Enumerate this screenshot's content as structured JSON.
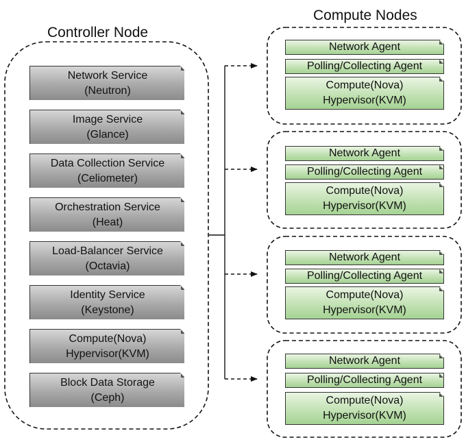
{
  "controller": {
    "title": "Controller Node",
    "services": [
      {
        "label": "Network Service\n(Neutron)"
      },
      {
        "label": "Image Service\n(Glance)"
      },
      {
        "label": "Data Collection Service\n(Celiometer)"
      },
      {
        "label": "Orchestration Service\n(Heat)"
      },
      {
        "label": "Load-Balancer Service\n(Octavia)"
      },
      {
        "label": "Identity Service\n(Keystone)"
      },
      {
        "label": "Compute(Nova)\nHypervisor(KVM)"
      },
      {
        "label": "Block Data Storage\n(Ceph)"
      }
    ]
  },
  "compute": {
    "title": "Compute Nodes",
    "nodes": [
      {
        "network_agent": "Network Agent",
        "polling_agent": "Polling/Collecting Agent",
        "compute": "Compute(Nova)\nHypervisor(KVM)"
      },
      {
        "network_agent": "Network Agent",
        "polling_agent": "Polling/Collecting Agent",
        "compute": "Compute(Nova)\nHypervisor(KVM)"
      },
      {
        "network_agent": "Network Agent",
        "polling_agent": "Polling/Collecting Agent",
        "compute": "Compute(Nova)\nHypervisor(KVM)"
      },
      {
        "network_agent": "Network Agent",
        "polling_agent": "Polling/Collecting Agent",
        "compute": "Compute(Nova)\nHypervisor(KVM)"
      }
    ]
  }
}
